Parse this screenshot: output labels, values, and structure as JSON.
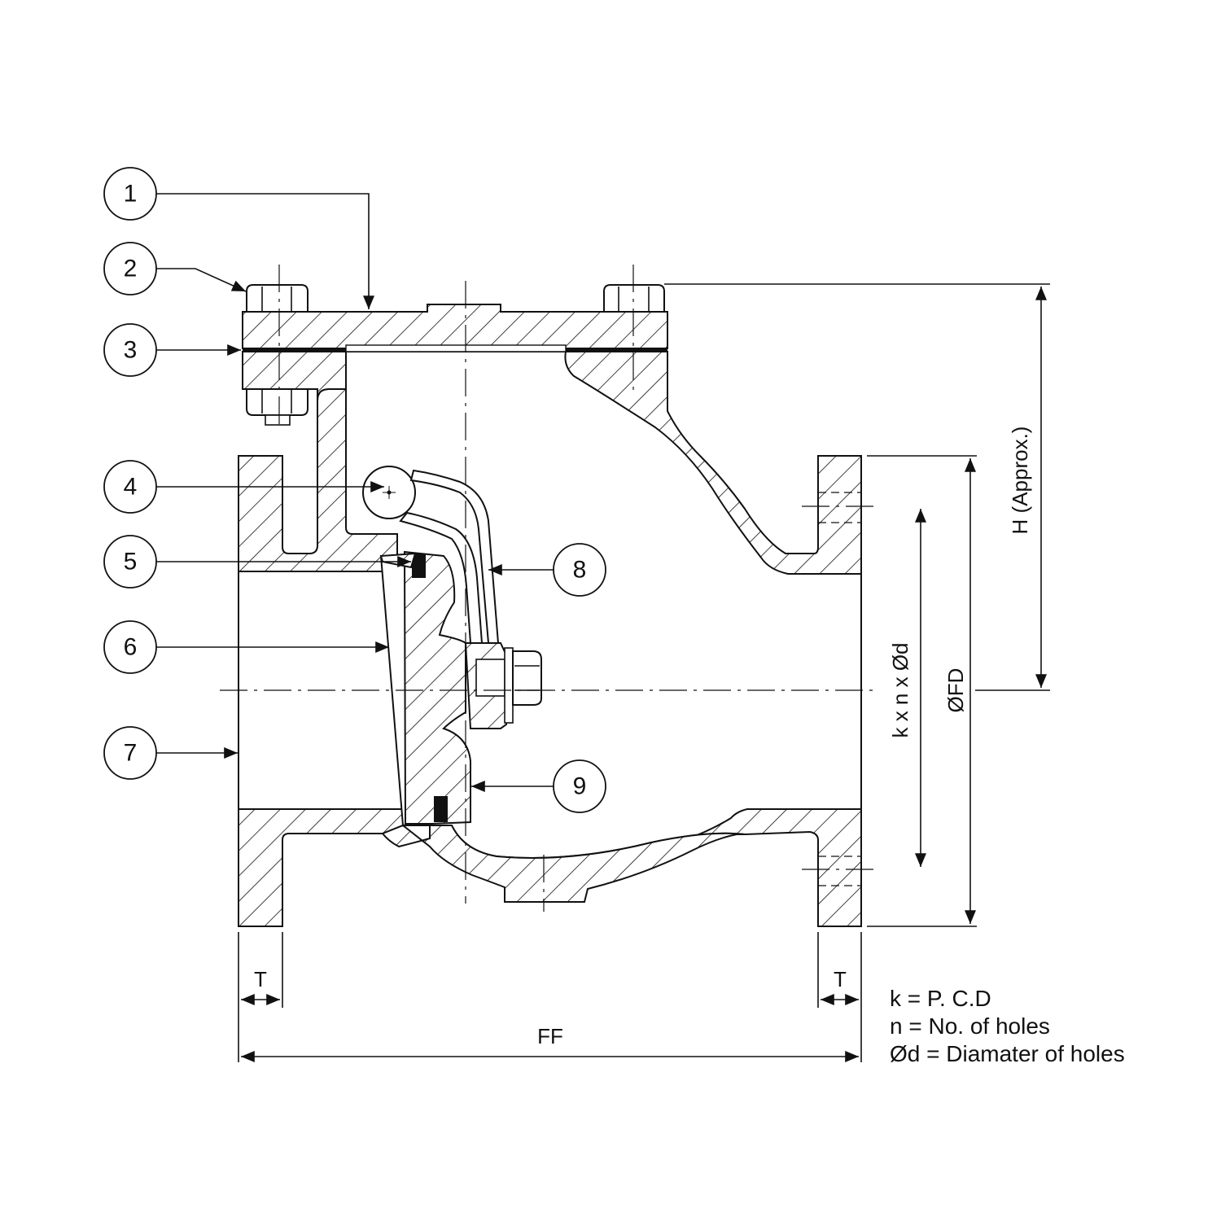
{
  "callouts": [
    {
      "id": "1",
      "label": "1"
    },
    {
      "id": "2",
      "label": "2"
    },
    {
      "id": "3",
      "label": "3"
    },
    {
      "id": "4",
      "label": "4"
    },
    {
      "id": "5",
      "label": "5"
    },
    {
      "id": "6",
      "label": "6"
    },
    {
      "id": "7",
      "label": "7"
    },
    {
      "id": "8",
      "label": "8"
    },
    {
      "id": "9",
      "label": "9"
    }
  ],
  "dimensions": {
    "height": "H (Approx.)",
    "flange_diameter": "ØFD",
    "bolt_pattern": "k x n x Ød",
    "thickness_left": "T",
    "thickness_right": "T",
    "face_to_face": "FF"
  },
  "legend": [
    "k = P. C.D",
    "n = No. of holes",
    "Ød = Diamater of holes"
  ]
}
